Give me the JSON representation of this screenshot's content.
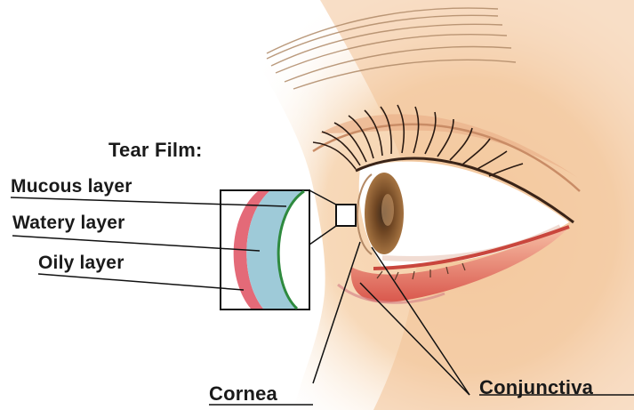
{
  "labels": {
    "tear_film": "Tear Film:",
    "mucous": "Mucous layer",
    "watery": "Watery layer",
    "oily": "Oily layer",
    "cornea": "Cornea",
    "conjunctiva": "Conjunctiva"
  },
  "colors": {
    "skin_light": "#fbe6cf",
    "skin_mid": "#f4c99e",
    "skin_dark": "#e2a878",
    "iris": "#8a5a2e",
    "pupil": "#3a2a1e",
    "sclera": "#ffffff",
    "lid_red": "#d9574c",
    "lid_pink": "#f0a89a",
    "watery_layer": "#9ecad8",
    "mucous_layer": "#2e8a3e",
    "oily_layer": "#e46a78",
    "line": "#111111"
  }
}
